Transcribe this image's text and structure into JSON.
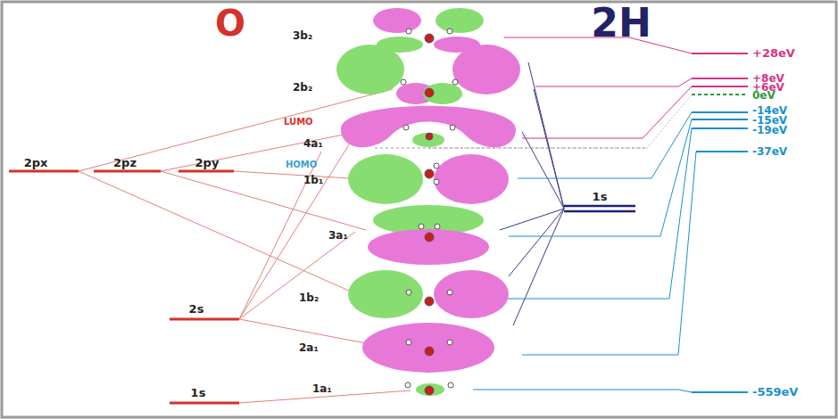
{
  "diagram": {
    "labels": [
      "O",
      "2H",
      "2px",
      "2pz",
      "2py",
      "2s",
      "1s",
      "3b₂",
      "2b₂",
      "LUMO",
      "4a₁",
      "HOMO",
      "1b₁",
      "3a₁",
      "1b₂",
      "2a₁",
      "1a₁",
      "1s",
      "+28eV",
      "+8eV",
      "+6eV",
      "0eV",
      "-14eV",
      "-15eV",
      "-19eV",
      "-37eV",
      "-559eV"
    ]
  }
}
